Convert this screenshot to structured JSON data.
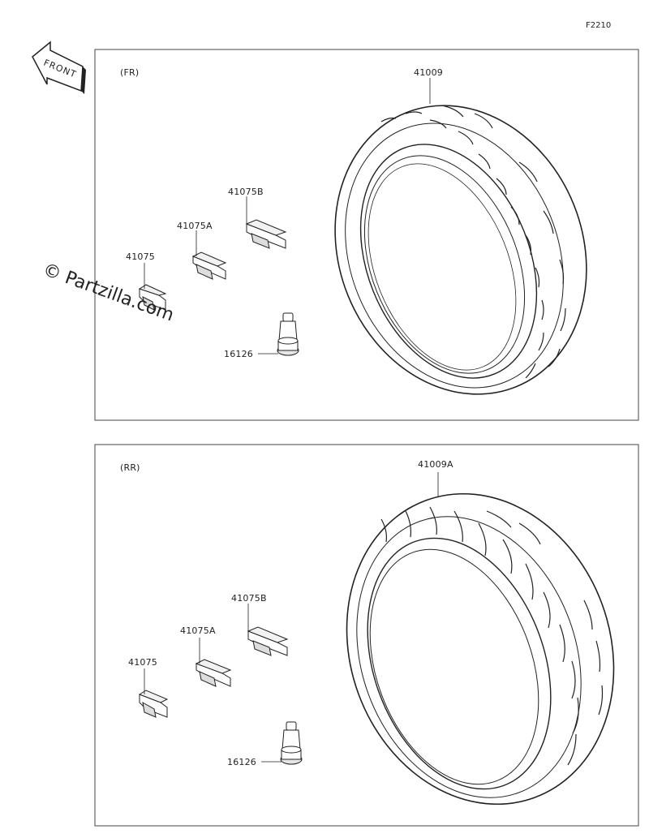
{
  "figure_code": "F2210",
  "watermark": "© Partzilla.com",
  "front_arrow": {
    "label": "FRONT",
    "icon": "front-direction-arrow-icon"
  },
  "panels": [
    {
      "section_label": "(FR)",
      "parts": {
        "tire": "41009",
        "weight_b": "41075B",
        "weight_a": "41075A",
        "weight": "41075",
        "valve": "16126"
      }
    },
    {
      "section_label": "(RR)",
      "parts": {
        "tire": "41009A",
        "weight_b": "41075B",
        "weight_a": "41075A",
        "weight": "41075",
        "valve": "16126"
      }
    }
  ]
}
